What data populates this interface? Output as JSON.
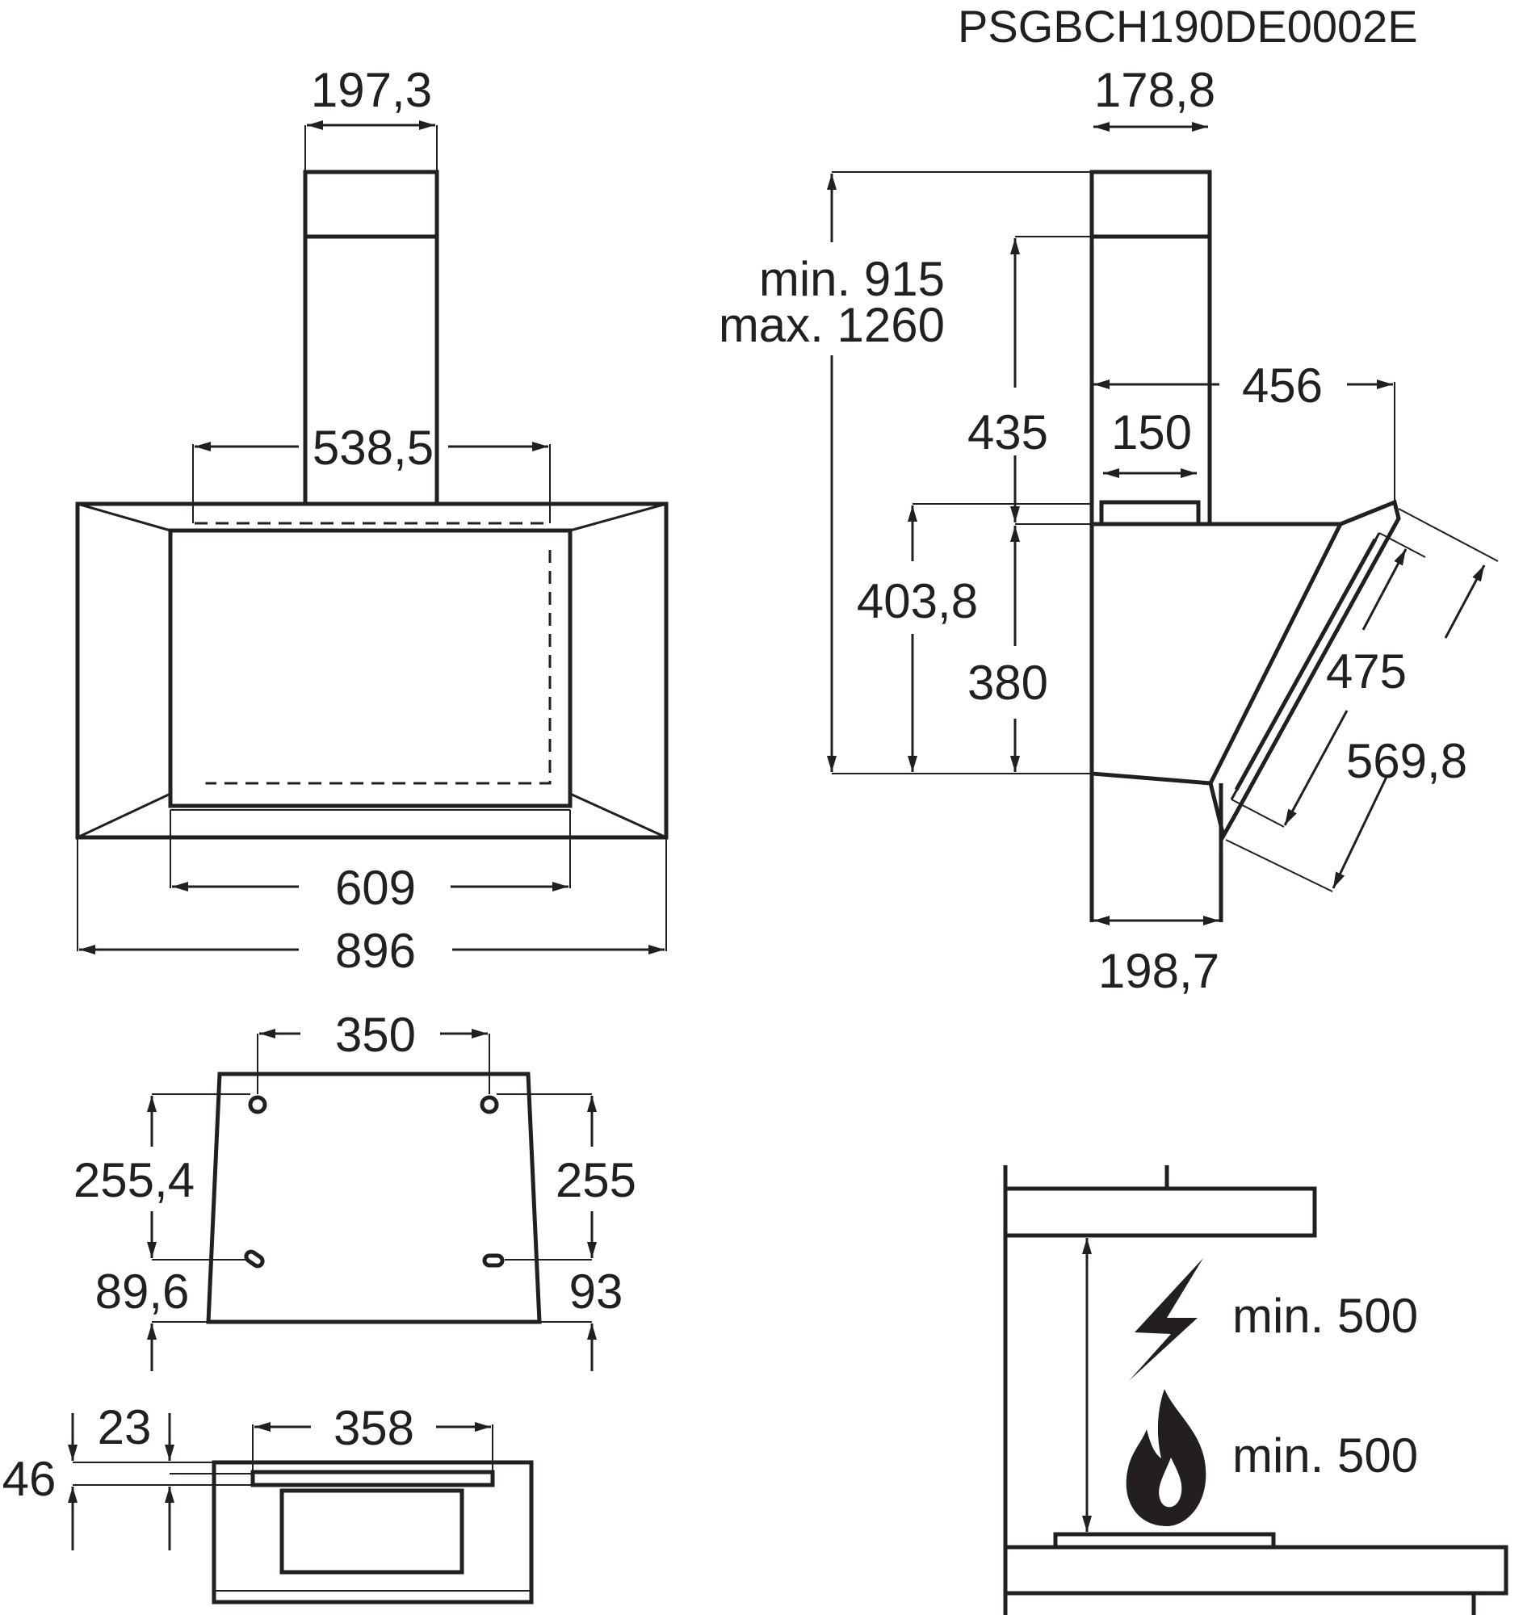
{
  "drawing_code": "PSGBCH190DE0002E",
  "front_view": {
    "chimney_width": "197,3",
    "inner_width": "538,5",
    "canopy_width": "609",
    "total_width": "896"
  },
  "side_view": {
    "chimney_depth": "178,8",
    "height_range_min": "min. 915",
    "height_range_max": "max. 1260",
    "chimney_lower_height": "435",
    "outlet_width": "150",
    "overall_depth": "456",
    "body_height_a": "403,8",
    "body_height_b": "380",
    "panel_length_a": "475",
    "panel_length_b": "569,8",
    "base_depth": "198,7"
  },
  "mounting_view": {
    "hole_spacing": "350",
    "left_height": "255,4",
    "right_height": "255",
    "left_bottom": "89,6",
    "right_bottom": "93"
  },
  "top_view": {
    "offset_small": "23",
    "offset_total": "46",
    "bracket_width": "358"
  },
  "clearance": {
    "electric_min": "min. 500",
    "gas_min": "min. 500"
  },
  "icons": [
    "lightning-icon",
    "flame-icon"
  ]
}
